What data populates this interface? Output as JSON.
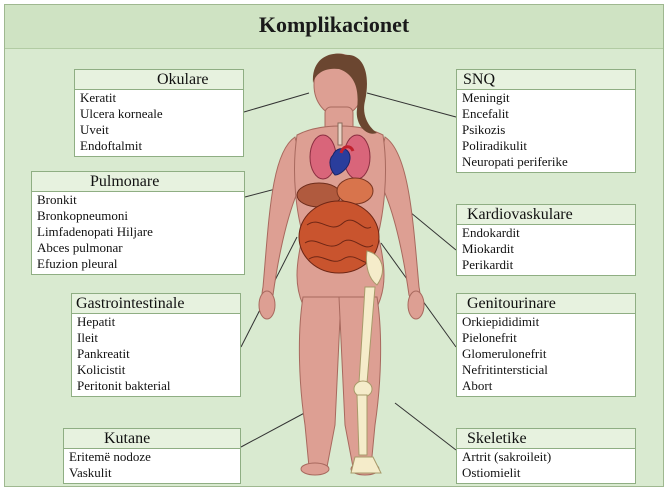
{
  "title": "Komplikacionet",
  "colors": {
    "background": "#d9ead0",
    "box_header": "#e7f2df",
    "box_border": "#8fae83",
    "skin": "#dd9f93",
    "intestines": "#c9542e",
    "bone": "#f5ecca",
    "lungs": "#d9657a"
  },
  "groups": {
    "okulare": {
      "title": "Okulare",
      "items": [
        "Keratit",
        "Ulcera korneale",
        "Uveit",
        "Endoftalmit"
      ]
    },
    "snq": {
      "title": "SNQ",
      "items": [
        "Meningit",
        "Encefalit",
        "Psikozis",
        "Poliradikulit",
        "Neuropati periferike"
      ]
    },
    "pulmonare": {
      "title": "Pulmonare",
      "items": [
        "Bronkit",
        "Bronkopneumoni",
        "Limfadenopati Hiljare",
        "Abces pulmonar",
        "Efuzion pleural"
      ]
    },
    "kardiovaskulare": {
      "title": "Kardiovaskulare",
      "items": [
        "Endokardit",
        "Miokardit",
        "Perikardit"
      ]
    },
    "gastrointestinale": {
      "title": "Gastrointestinale",
      "items": [
        "Hepatit",
        "Ileit",
        "Pankreatit",
        "Kolicistit",
        "Peritonit bakterial"
      ]
    },
    "genitourinare": {
      "title": "Genitourinare",
      "items": [
        "Orkiepididimit",
        "Pielonefrit",
        "Glomerulonefrit",
        "Nefritintersticial",
        "Abort"
      ]
    },
    "kutane": {
      "title": "Kutane",
      "items": [
        "Eritemë nodoze",
        "Vaskulit"
      ]
    },
    "skeletike": {
      "title": "Skeletike",
      "items": [
        "Artrit (sakroileit)",
        "Ostiomielit"
      ]
    }
  }
}
